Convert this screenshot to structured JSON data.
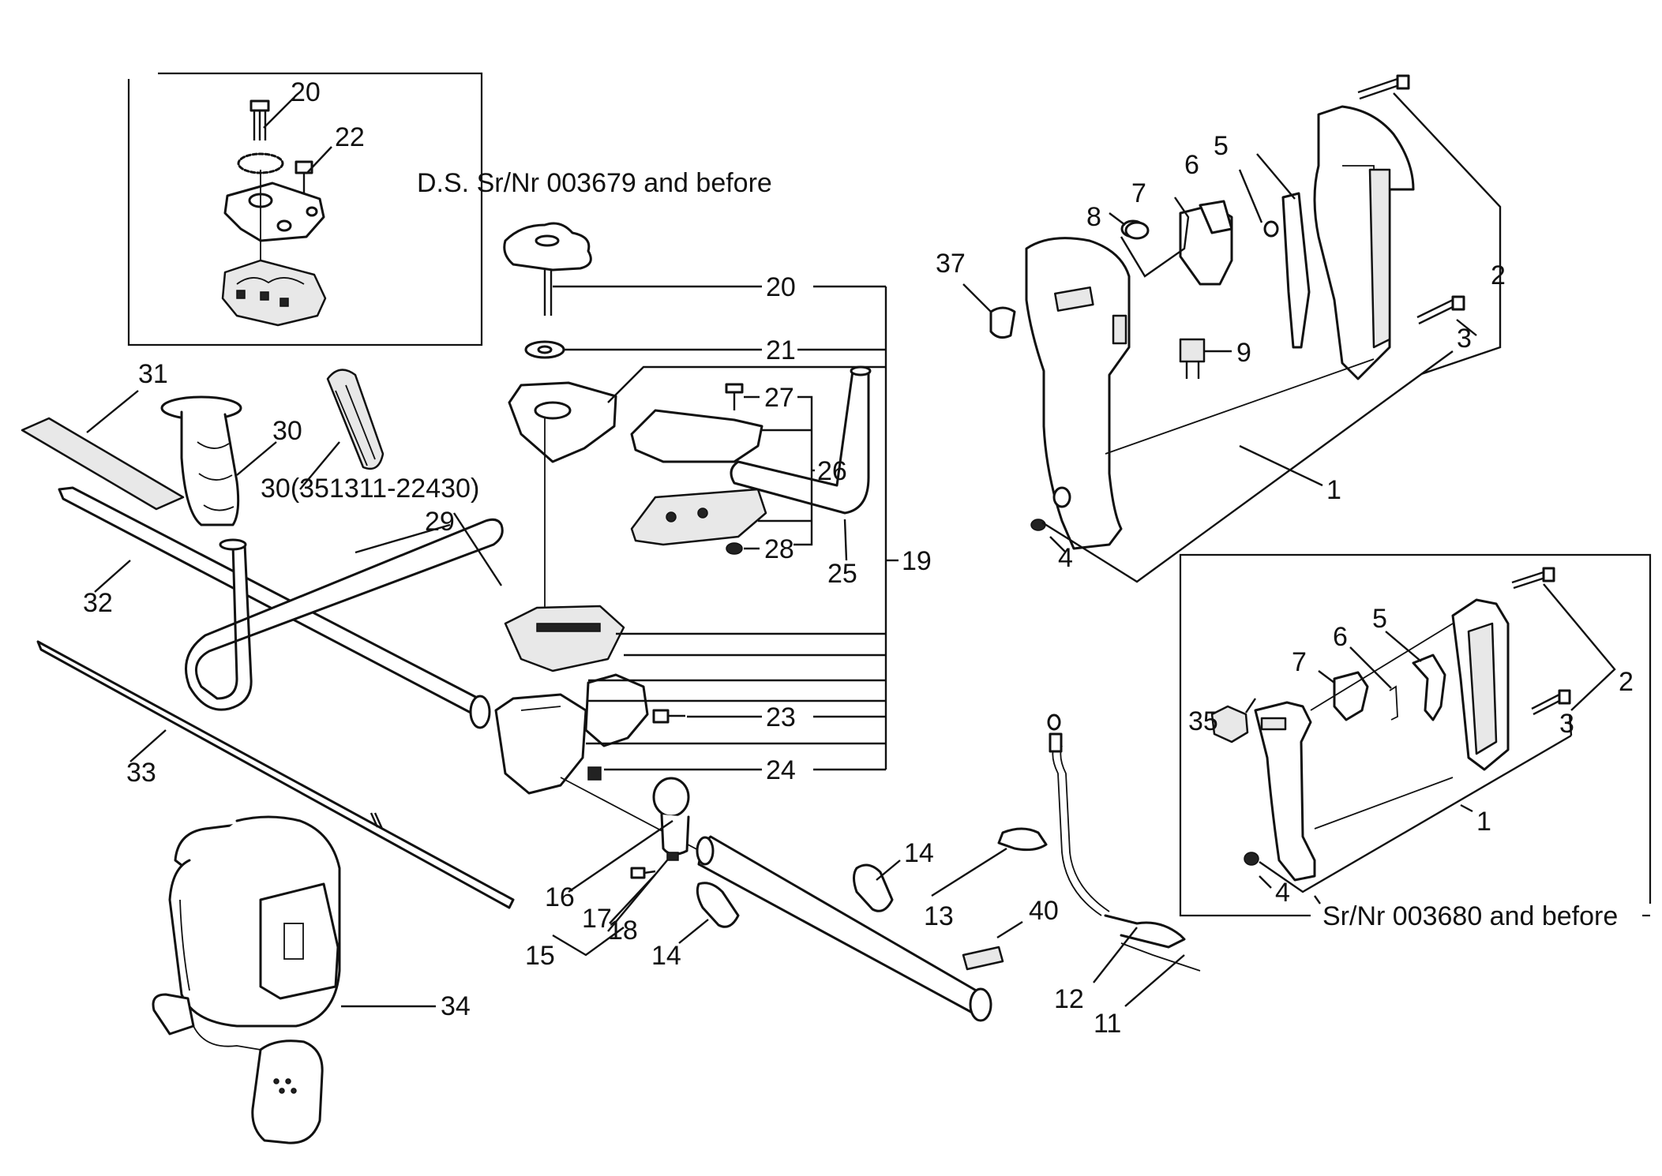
{
  "captions": {
    "inset_top": "D.S. Sr/Nr 003679 and before",
    "inset_bottom": "Sr/Nr 003680 and before"
  },
  "labels": {
    "l1a": "1",
    "l1b": "1",
    "l2a": "2",
    "l2b": "2",
    "l3a": "3",
    "l3b": "3",
    "l4a": "4",
    "l4b": "4",
    "l5a": "5",
    "l5b": "5",
    "l6a": "6",
    "l6b": "6",
    "l7a": "7",
    "l7b": "7",
    "l8": "8",
    "l9": "9",
    "l11": "11",
    "l12": "12",
    "l13": "13",
    "l14a": "14",
    "l14b": "14",
    "l15": "15",
    "l16": "16",
    "l17": "17",
    "l18": "18",
    "l19": "19",
    "l20a": "20",
    "l20b": "20",
    "l21": "21",
    "l22": "22",
    "l23": "23",
    "l24": "24",
    "l25": "25",
    "l26": "26",
    "l27": "27",
    "l28": "28",
    "l29": "29",
    "l30a": "30",
    "l30b": "30(351311-22430)",
    "l31": "31",
    "l32": "32",
    "l33": "33",
    "l34": "34",
    "l35": "35",
    "l37": "37",
    "l40": "40"
  }
}
